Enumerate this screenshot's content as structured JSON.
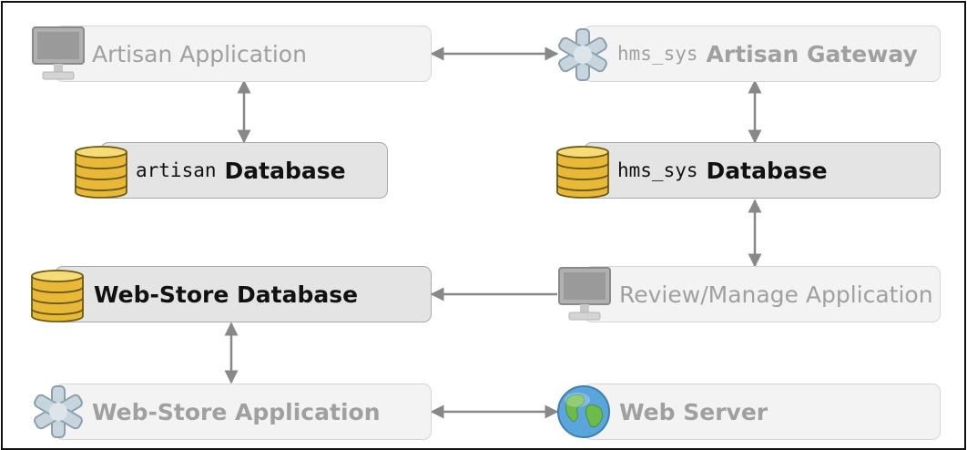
{
  "nodes": {
    "artisan_app": {
      "text": "Artisan Application"
    },
    "artisan_db": {
      "mono": "artisan",
      "text": "Database"
    },
    "gateway": {
      "mono": "hms_sys",
      "text": "Artisan Gateway"
    },
    "hms_db": {
      "mono": "hms_sys",
      "text": "Database"
    },
    "webstore_db": {
      "text": "Web-Store Database"
    },
    "review_app": {
      "text": "Review/Manage Application"
    },
    "webstore_app": {
      "text": "Web-Store Application"
    },
    "web_server": {
      "text": "Web Server"
    }
  },
  "icons": {
    "artisan_app": "monitor-icon",
    "artisan_db": "database-icon",
    "gateway": "gateway-icon",
    "hms_db": "database-icon",
    "webstore_db": "database-icon",
    "review_app": "monitor-icon",
    "webstore_app": "gateway-icon",
    "web_server": "globe-icon"
  },
  "colors": {
    "db_fill": "#e8b838",
    "arrow": "#888888",
    "light_text": "#a0a0a0",
    "dark_text": "#111111"
  }
}
